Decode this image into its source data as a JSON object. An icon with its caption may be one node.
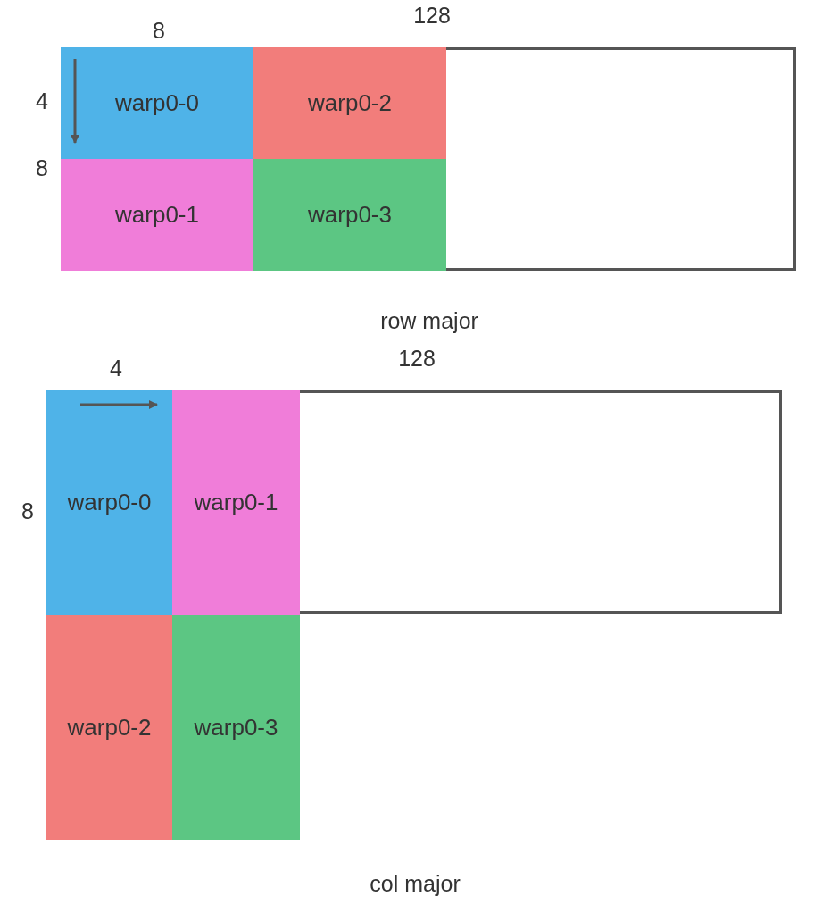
{
  "diagram": {
    "nodes": [
      {
        "text": [],
        "shape": "box"
      },
      {
        "text": [
          "warp0-0"
        ],
        "in": 0
      },
      {
        "text": [
          "warp0-2"
        ],
        "in": 0
      },
      {
        "text": [
          "warp0-1"
        ],
        "in": 0
      },
      {
        "text": [
          "warp0-3"
        ],
        "in": 0
      },
      {
        "text": [],
        "shape": "box"
      },
      {
        "text": [
          "warp0-0"
        ],
        "in": 5
      },
      {
        "text": [
          "warp0-1"
        ],
        "in": 5
      },
      {
        "text": [
          "warp0-2"
        ]
      },
      {
        "text": [
          "warp0-3"
        ]
      }
    ],
    "labels": [
      "128",
      "8",
      "4",
      "8",
      "row major",
      "128",
      "4",
      "8",
      "col major"
    ]
  }
}
